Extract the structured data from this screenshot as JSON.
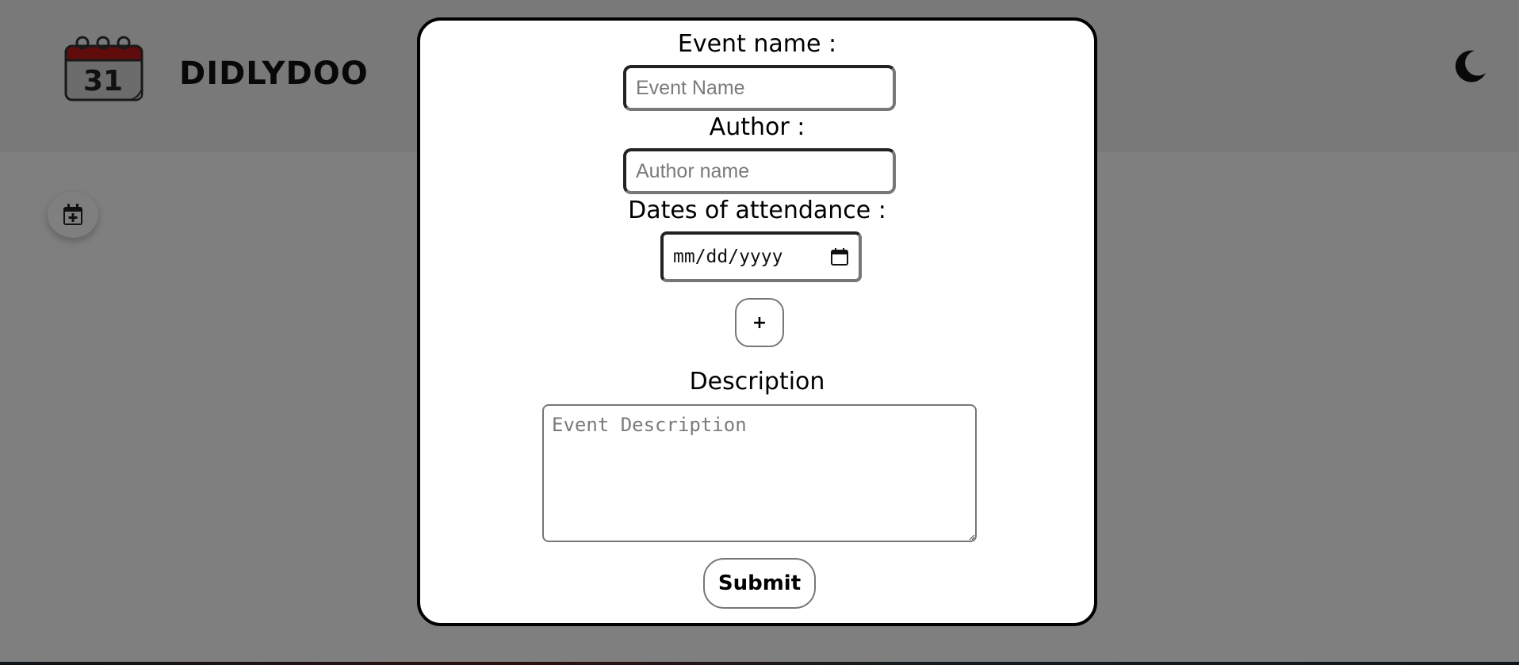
{
  "app": {
    "brand": "DIDLYDOO",
    "logo_day": "31"
  },
  "icons": {
    "logo": "calendar-icon",
    "theme_toggle": "moon-icon",
    "add_event": "calendar-plus-icon",
    "date_picker": "calendar-icon"
  },
  "colors": {
    "logo_red": "#c0181b",
    "modal_border": "#000000",
    "overlay": "#000000"
  },
  "modal": {
    "event_name_label": "Event name :",
    "event_name_placeholder": "Event Name",
    "event_name_value": "",
    "author_label": "Author :",
    "author_placeholder": "Author name",
    "author_value": "",
    "dates_label": "Dates of attendance :",
    "date_placeholder": "mm/dd/yyyy",
    "add_date_label": "+",
    "description_label": "Description",
    "description_placeholder": "Event Description",
    "description_value": "",
    "submit_label": "Submit"
  }
}
